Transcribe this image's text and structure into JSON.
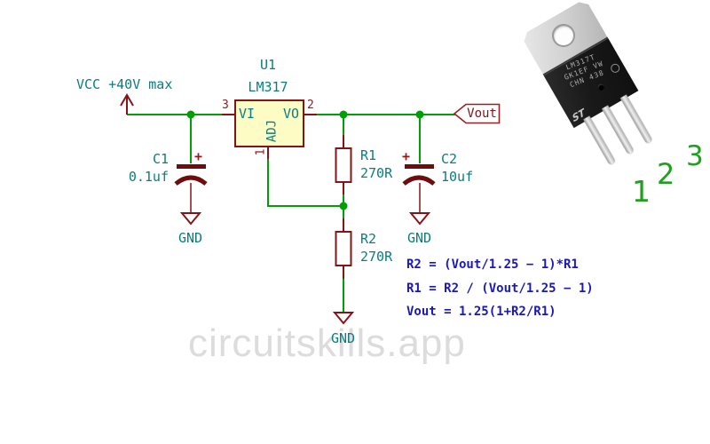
{
  "title": "LM317 adjustable voltage regulator schematic",
  "colors": {
    "wire_green": "#00A005",
    "component_red": "#841417",
    "label_teal": "#0B7D7E",
    "formula_blue": "#1818BE",
    "pin_number_green": "#1FA01F",
    "watermark_gray": "#DCDCDC",
    "ic_fill_yellow": "#FCFCC4"
  },
  "schematic": {
    "power_flag": "VCC +40V max",
    "ic": {
      "reference": "U1",
      "value": "LM317",
      "pin_vi_label": "VI",
      "pin_vo_label": "VO",
      "pin_adj_label": "ADJ",
      "pin_vi_number": "3",
      "pin_vo_number": "2",
      "pin_adj_number": "1"
    },
    "c1": {
      "reference": "C1",
      "value": "0.1uf",
      "polarity": "+"
    },
    "c2": {
      "reference": "C2",
      "value": "10uf",
      "polarity": "+"
    },
    "r1": {
      "reference": "R1",
      "value": "270R"
    },
    "r2": {
      "reference": "R2",
      "value": "270R"
    },
    "gnd_label": "GND",
    "output_label": "Vout"
  },
  "formulas": {
    "lines": [
      "R2 = (Vout/1.25 − 1)*R1",
      "R1 = R2 / (Vout/1.25 − 1)",
      "Vout = 1.25(1+R2/R1)"
    ]
  },
  "watermark": "circuitskills.app",
  "package_photo": {
    "marking_lines": [
      "LM317T",
      "GK1EF VW",
      "CHN 438"
    ],
    "logo_text": "ST",
    "pin_numbers": [
      "1",
      "2",
      "3"
    ]
  }
}
